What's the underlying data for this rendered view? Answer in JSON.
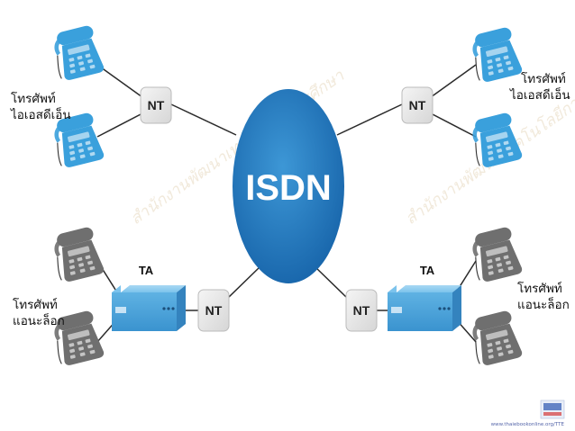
{
  "cloud": {
    "label": "ISDN"
  },
  "nt_label": "NT",
  "ta_label": "TA",
  "phone_groups": {
    "digital_left": [
      "โทรศัพท์",
      "ไอเอสดีเอ็น"
    ],
    "digital_right": [
      "โทรศัพท์",
      "ไอเอสดีเอ็น"
    ],
    "analog_left": [
      "โทรศัพท์",
      "แอนะล็อก"
    ],
    "analog_right": [
      "โทรศัพท์",
      "แอนะล็อก"
    ]
  },
  "watermark": "สำนักงานพัฒนาเทคโนโลยีการศึกษา",
  "footer": {
    "site": "www.thaiebookonline.org/TTE"
  },
  "colors": {
    "cloud": "#2a7fc2",
    "digital_phone": "#3aa0dc",
    "analog_phone": "#6f6f6f",
    "ta_box": "#5fb2e3",
    "nt_box": "#e8e8e8"
  }
}
